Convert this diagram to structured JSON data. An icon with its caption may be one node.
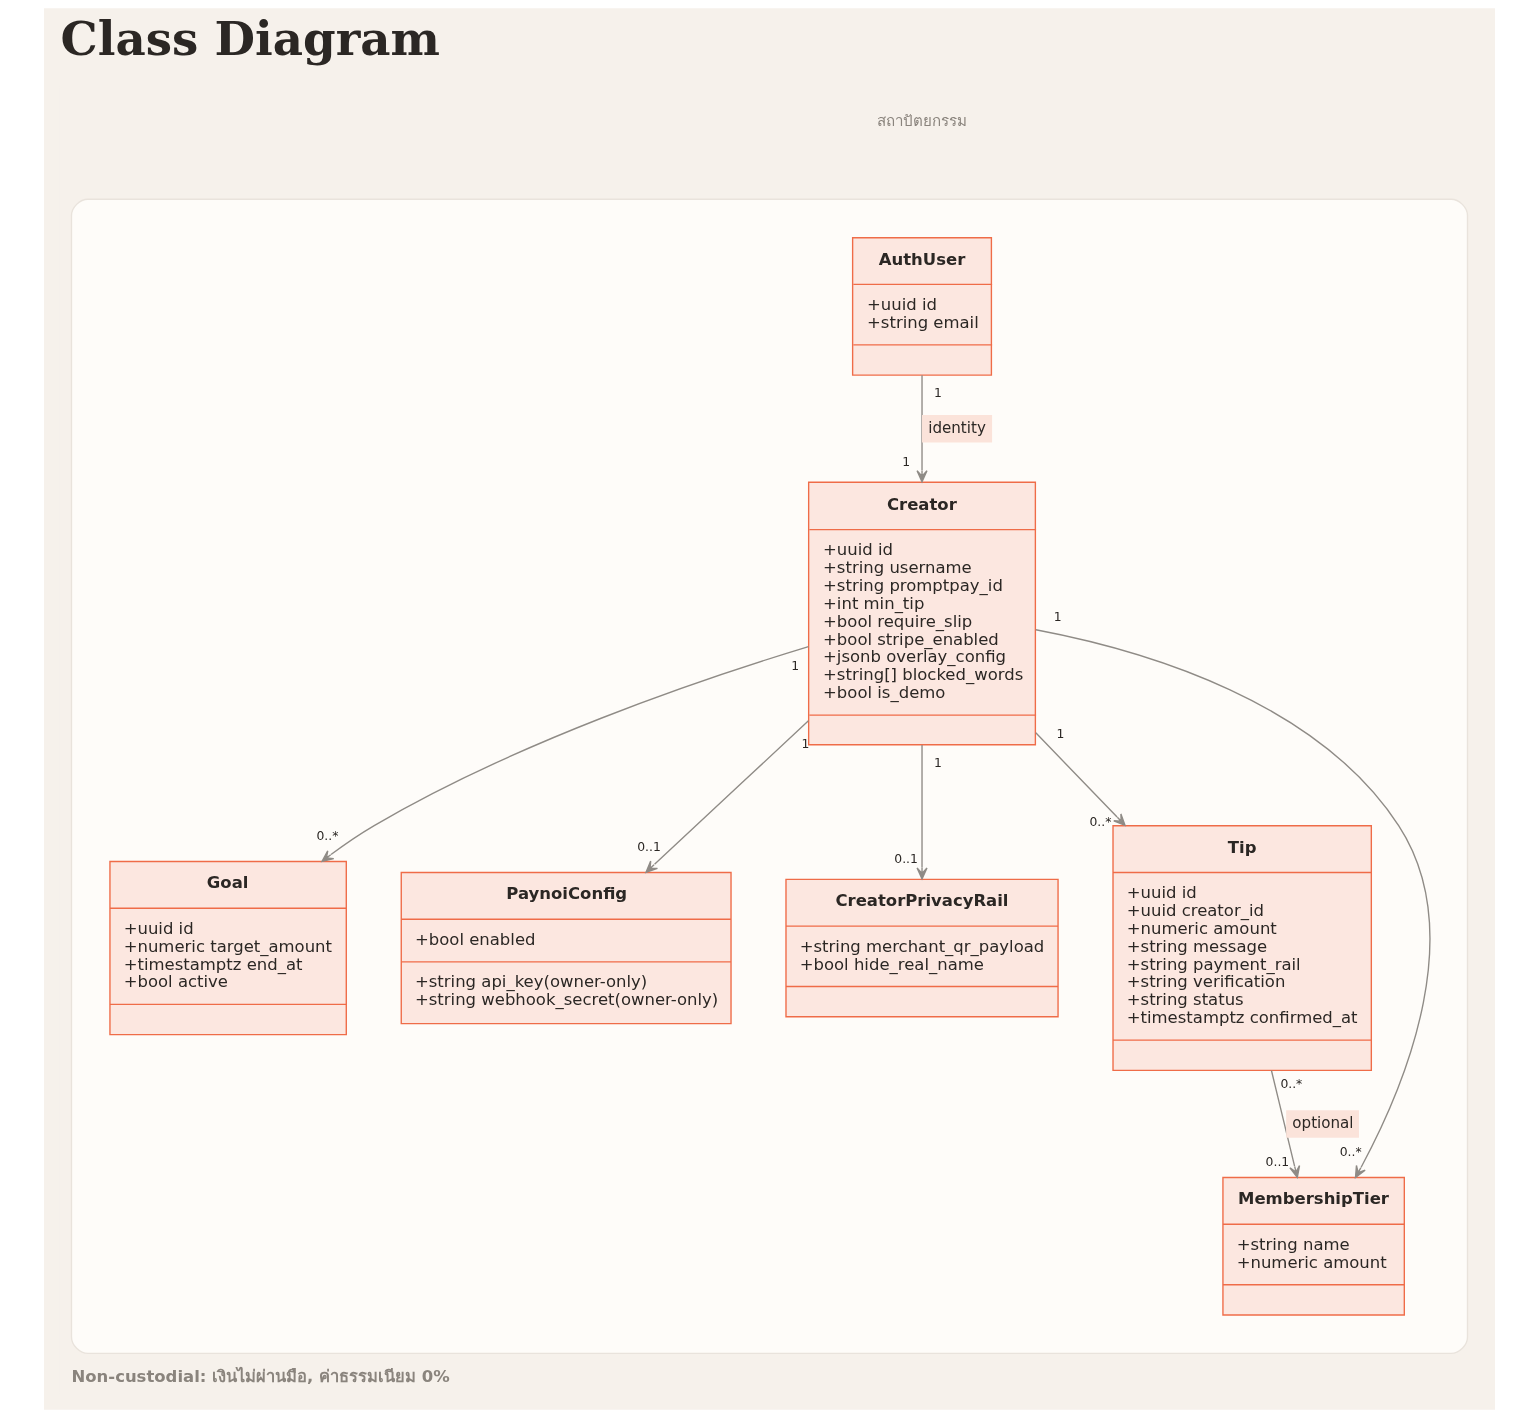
{
  "diagram": {
    "title": "Class Diagram",
    "caption": "Non-custodial: เงินไม่ผ่านมือ, ค่าธรรมเนียม 0%",
    "nodes": [
      {
        "text": [],
        "shape": "box"
      },
      {
        "text": [
          "AuthUser",
          "+uuid id",
          "+string email"
        ],
        "in": 0
      },
      {
        "text": [
          "Creator",
          "+uuid id",
          "+string username",
          "+string promptpay_id",
          "+int min_tip",
          "+bool require_slip",
          "+bool stripe_enabled",
          "+jsonb overlay_config",
          "+string[] blocked_words",
          "+bool is_demo"
        ],
        "in": 0
      },
      {
        "text": [
          "Goal",
          "+uuid id",
          "+numeric target_amount",
          "+timestamptz end_at",
          "+bool active"
        ],
        "in": 0
      },
      {
        "text": [
          "PaynoiConfig",
          "+bool enabled",
          "+string api_key(owner-only)",
          "+string webhook_secret(owner-only)"
        ],
        "in": 0
      },
      {
        "text": [
          "CreatorPrivacyRail",
          "+string merchant_qr_payload",
          "+bool hide_real_name"
        ],
        "in": 0
      },
      {
        "text": [
          "Tip",
          "+uuid id",
          "+uuid creator_id",
          "+numeric amount",
          "+string message",
          "+string payment_rail",
          "+string verification",
          "+string status",
          "+timestamptz confirmed_at"
        ],
        "in": 0
      },
      {
        "text": [
          "MembershipTier",
          "+string name",
          "+numeric amount"
        ],
        "in": 0
      }
    ],
    "edges": [
      {
        "from": 1,
        "to": 2,
        "arrow": "to",
        "label": "identity"
      },
      {
        "from": 2,
        "to": 3,
        "arrow": "to"
      },
      {
        "from": 2,
        "to": 4,
        "arrow": "to"
      },
      {
        "from": 2,
        "to": 5,
        "arrow": "to"
      },
      {
        "from": 2,
        "to": 6,
        "arrow": "to"
      },
      {
        "from": 2,
        "to": 7,
        "arrow": "to"
      },
      {
        "from": 6,
        "to": 7,
        "arrow": "to",
        "label": "optional"
      }
    ],
    "labels": [
      "สถาปัตยกรรม",
      "1",
      "1",
      "1",
      "1",
      "1",
      "1",
      "1",
      "0..*",
      "0..*",
      "0..1",
      "0..1",
      "0..*",
      "0..*",
      "0..1"
    ]
  }
}
